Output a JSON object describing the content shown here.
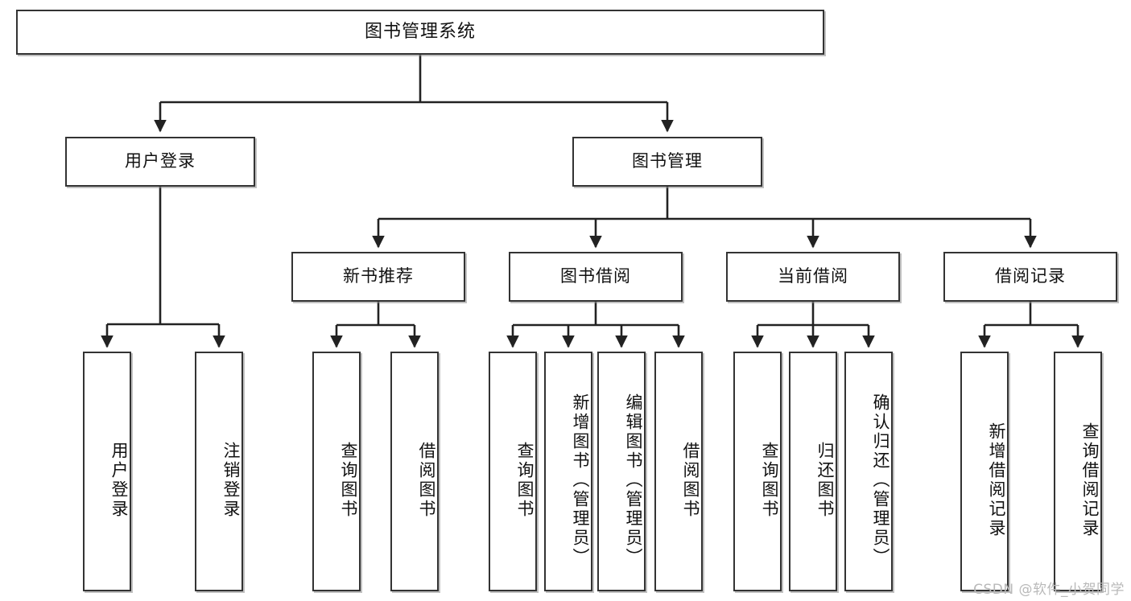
{
  "diagram": {
    "title": "图书管理系统",
    "type": "tree-hierarchy-chart",
    "watermark": "CSDN @软件_小贺同学",
    "colors": {
      "node_border": "#333333",
      "node_fill": "#ffffff",
      "edge": "#222222",
      "background": "#ffffff",
      "watermark": "#b9b9b9"
    },
    "root": {
      "label": "图书管理系统"
    },
    "level2": [
      {
        "id": "user-login",
        "label": "用户登录"
      },
      {
        "id": "book-manage",
        "label": "图书管理"
      }
    ],
    "level3": [
      {
        "id": "new-book-recommend",
        "label": "新书推荐"
      },
      {
        "id": "book-borrow",
        "label": "图书借阅"
      },
      {
        "id": "current-borrow",
        "label": "当前借阅"
      },
      {
        "id": "borrow-record",
        "label": "借阅记录"
      }
    ],
    "leaves": {
      "user_login": [
        {
          "id": "leaf-user-login",
          "label": "用户登录"
        },
        {
          "id": "leaf-logout-login",
          "label": "注销登录"
        }
      ],
      "new_book_recommend": [
        {
          "id": "leaf-query-book-1",
          "label": "查询图书"
        },
        {
          "id": "leaf-borrow-book-1",
          "label": "借阅图书"
        }
      ],
      "book_borrow": [
        {
          "id": "leaf-query-book-2",
          "label": "查询图书"
        },
        {
          "id": "leaf-add-book",
          "label": "新增图书（管理员）"
        },
        {
          "id": "leaf-edit-book",
          "label": "编辑图书（管理员）"
        },
        {
          "id": "leaf-borrow-book-2",
          "label": "借阅图书"
        }
      ],
      "current_borrow": [
        {
          "id": "leaf-query-book-3",
          "label": "查询图书"
        },
        {
          "id": "leaf-return-book",
          "label": "归还图书"
        },
        {
          "id": "leaf-confirm-return",
          "label": "确认归还（管理员）"
        }
      ],
      "borrow_record": [
        {
          "id": "leaf-add-borrow-record",
          "label": "新增借阅记录"
        },
        {
          "id": "leaf-query-borrow-record",
          "label": "查询借阅记录"
        }
      ]
    }
  }
}
